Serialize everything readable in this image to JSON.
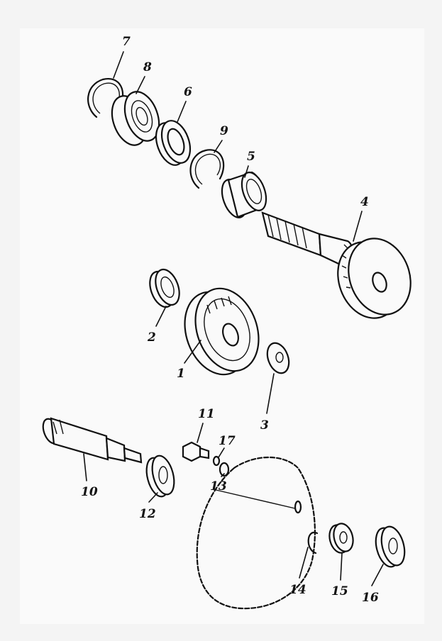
{
  "diagram": {
    "type": "exploded parts diagram",
    "callouts": [
      "7",
      "8",
      "6",
      "9",
      "5",
      "4",
      "2",
      "1",
      "3",
      "11",
      "17",
      "10",
      "12",
      "13",
      "14",
      "15",
      "16"
    ]
  }
}
